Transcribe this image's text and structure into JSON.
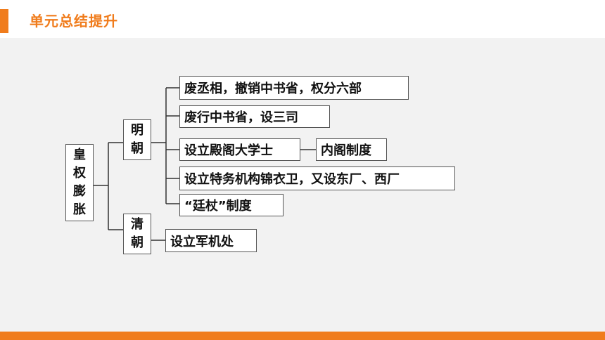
{
  "header": {
    "title": "单元总结提升"
  },
  "colors": {
    "accent": "#f07c1c",
    "panel": "#f2f2f2",
    "border": "#555555"
  },
  "diagram": {
    "root": [
      "皇",
      "权",
      "膨",
      "胀"
    ],
    "ming": {
      "label": [
        "明",
        "朝"
      ],
      "items": [
        "废丞相，撤销中书省，权分六部",
        "废行中书省，设三司",
        "设立殿阁大学士",
        "设立特务机构锦衣卫，又设东厂、西厂",
        "“廷杖”制度"
      ],
      "sub": "内阁制度"
    },
    "qing": {
      "label": [
        "清",
        "朝"
      ],
      "items": [
        "设立军机处"
      ]
    }
  }
}
